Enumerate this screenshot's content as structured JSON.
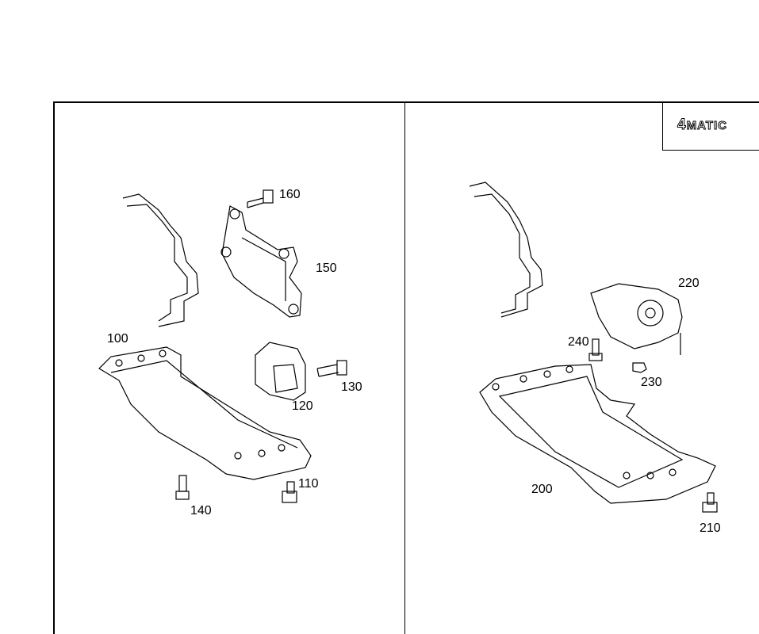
{
  "badge": {
    "text_big": "4",
    "text": "MATIC"
  },
  "left_panel": {
    "labels": [
      "160",
      "150",
      "100",
      "130",
      "120",
      "110",
      "140"
    ]
  },
  "right_panel": {
    "labels": [
      "220",
      "240",
      "230",
      "200",
      "210"
    ]
  }
}
